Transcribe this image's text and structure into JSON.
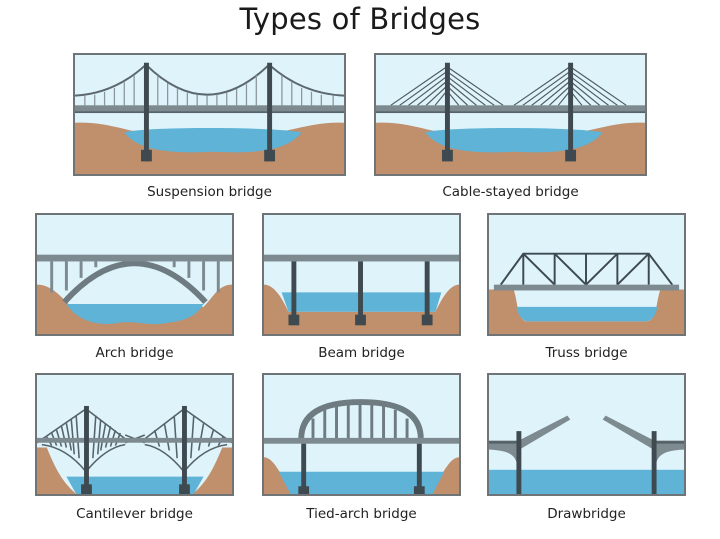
{
  "title": "Types of Bridges",
  "colors": {
    "sky": "#dff3fb",
    "ground": "#c08f6c",
    "water": "#5fb3d6",
    "structure_dark": "#3e4a4f",
    "structure_mid": "#6e7c82",
    "deck": "#7d8a90",
    "border": "#6f7476"
  },
  "bridges": [
    {
      "id": "suspension",
      "label": "Suspension bridge"
    },
    {
      "id": "cable-stayed",
      "label": "Cable-stayed bridge"
    },
    {
      "id": "arch",
      "label": "Arch bridge"
    },
    {
      "id": "beam",
      "label": "Beam bridge"
    },
    {
      "id": "truss",
      "label": "Truss bridge"
    },
    {
      "id": "cantilever",
      "label": "Cantilever bridge"
    },
    {
      "id": "tied-arch",
      "label": "Tied-arch bridge"
    },
    {
      "id": "drawbridge",
      "label": "Drawbridge"
    }
  ]
}
